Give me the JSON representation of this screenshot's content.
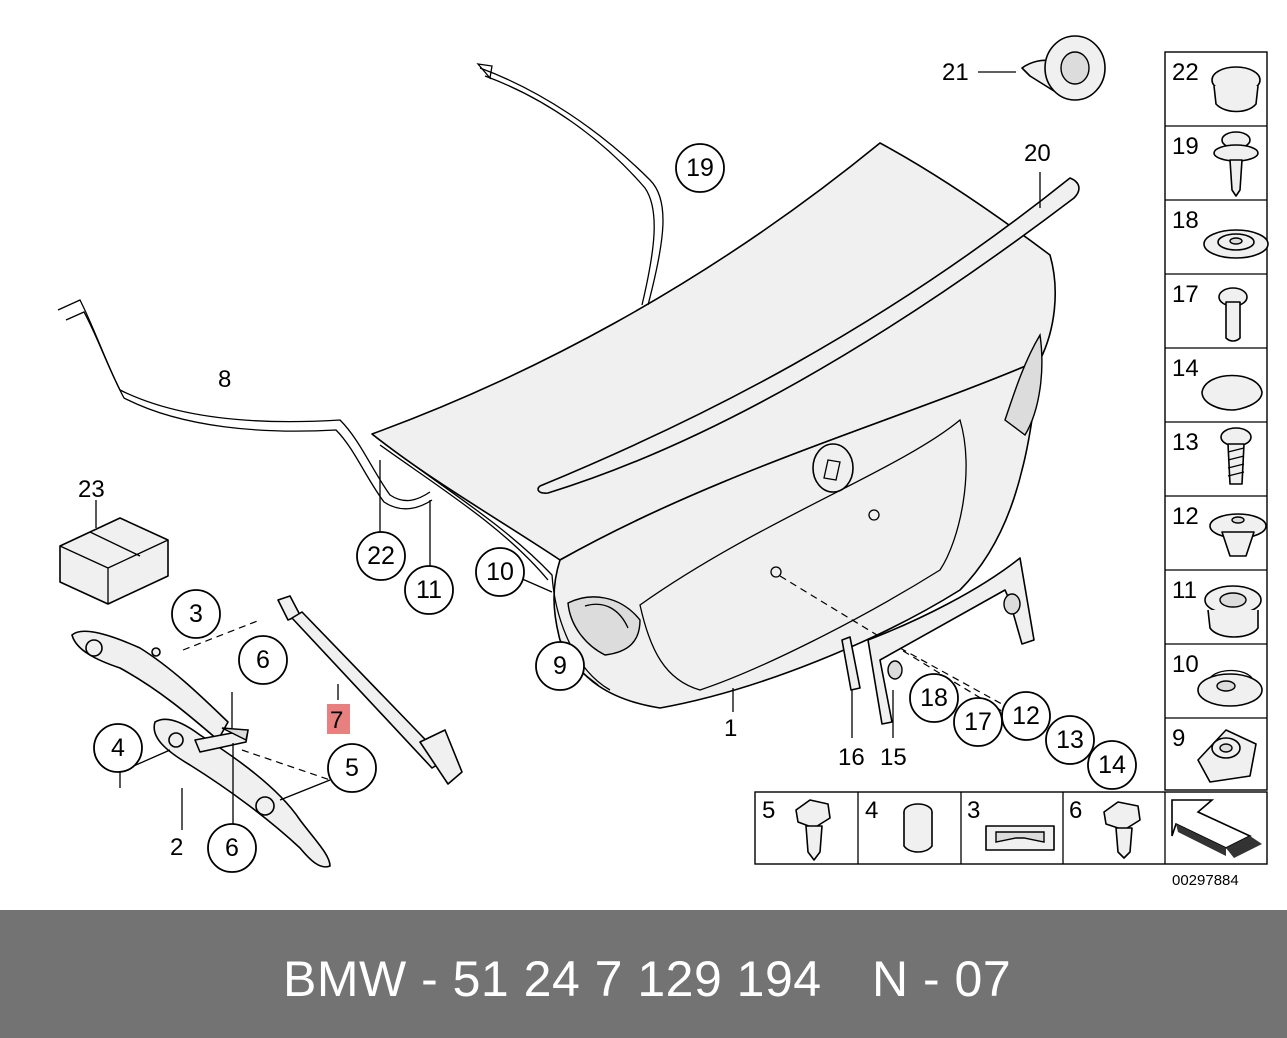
{
  "callouts": {
    "c1": "1",
    "c2": "2",
    "c3": "3",
    "c4": "4",
    "c5": "5",
    "c6a": "6",
    "c6b": "6",
    "c7": "7",
    "c8": "8",
    "c9": "9",
    "c10": "10",
    "c11": "11",
    "c12": "12",
    "c13": "13",
    "c14": "14",
    "c15": "15",
    "c16": "16",
    "c17": "17",
    "c18": "18",
    "c19": "19",
    "c20": "20",
    "c21": "21",
    "c22": "22",
    "c23": "23"
  },
  "highlight_color": "#e88080",
  "inset_right": [
    "22",
    "19",
    "18",
    "17",
    "14",
    "13",
    "12",
    "11",
    "10",
    "9"
  ],
  "inset_bottom": [
    "5",
    "4",
    "3",
    "6"
  ],
  "diagram_id": "00297884",
  "footer": {
    "part_number": "BMW - 51 24 7 129 194",
    "page": "N - 07"
  }
}
